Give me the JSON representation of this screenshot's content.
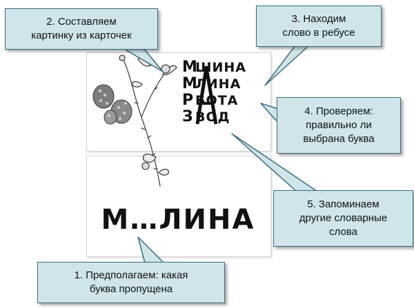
{
  "callouts": {
    "step2": "2. Составляем\nкартинку из карточек",
    "step3": "3. Находим\nслово в ребусе",
    "step4": "4. Проверяем:\nправильно ли\nвыбрана буква",
    "step5": "5. Запоминаем\nдругие словарные\nслова",
    "step1": "1. Предполагаем: какая\nбуква пропущена"
  },
  "word_with_gap": "М…ЛИНА",
  "rebus": {
    "rows": [
      {
        "first": "М",
        "rest": "ШИНА"
      },
      {
        "first": "М",
        "rest": "ЛИНА"
      },
      {
        "first": "Р",
        "rest": "БОТА"
      },
      {
        "first": "З",
        "rest": "ВОД"
      }
    ],
    "shared_letter": "А"
  },
  "colors": {
    "callout_fill": "#cfe5ea",
    "callout_border": "#3b6c7a",
    "card_border": "#d6d6d6"
  }
}
